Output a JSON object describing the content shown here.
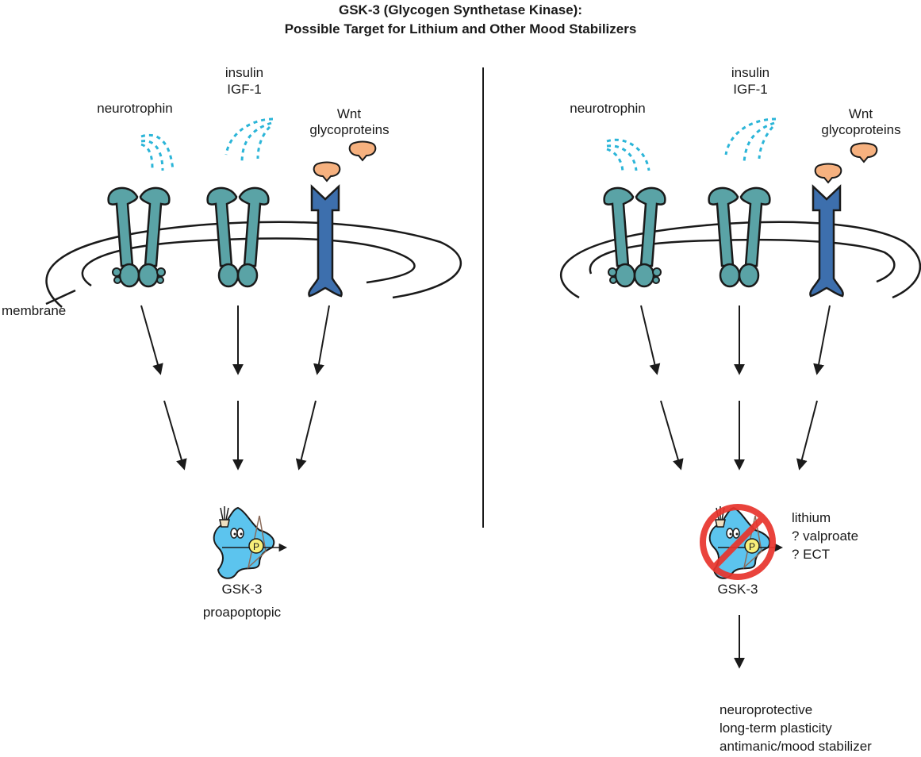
{
  "title": {
    "line1": "GSK-3 (Glycogen Synthetase Kinase):",
    "line2": "Possible Target for Lithium and Other Mood Stabilizers"
  },
  "colors": {
    "receptor_teal": "#5aa3a6",
    "wnt_receptor_blue": "#3d6fad",
    "ligand_orange": "#f6b17f",
    "spray_cyan": "#2bb5d8",
    "gsk3_blue": "#5cc4ee",
    "prohibition_red": "#e8342c",
    "phosphate_yellow": "#f7ef7a"
  },
  "left_panel": {
    "ligands": {
      "neurotrophin": "neurotrophin",
      "insulin": "insulin",
      "igf1": "IGF-1",
      "wnt": "Wnt",
      "glycoproteins": "glycoproteins"
    },
    "membrane_label": "membrane",
    "enzyme_label": "GSK-3",
    "outcome": "proapoptopic"
  },
  "right_panel": {
    "ligands": {
      "neurotrophin": "neurotrophin",
      "insulin": "insulin",
      "igf1": "IGF-1",
      "wnt": "Wnt",
      "glycoproteins": "glycoproteins"
    },
    "enzyme_label": "GSK-3",
    "inhibitors": [
      "lithium",
      "? valproate",
      "? ECT"
    ],
    "outcomes": [
      "neuroprotective",
      "long-term plasticity",
      "antimanic/mood stabilizer"
    ]
  }
}
